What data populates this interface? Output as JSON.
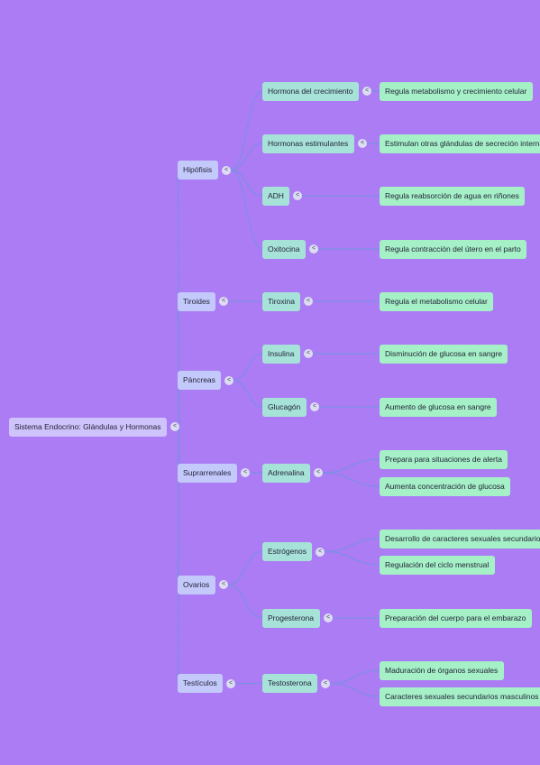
{
  "mindmap": {
    "collapse_glyph": "<",
    "root": {
      "label": "Sistema Endocrino: Glándulas y Hormonas",
      "children": [
        {
          "label": "Hipófisis",
          "children": [
            {
              "label": "Hormona del crecimiento",
              "children": [
                {
                  "label": "Regula metabolismo y crecimiento celular"
                }
              ]
            },
            {
              "label": "Hormonas estimulantes",
              "children": [
                {
                  "label": "Estimulan otras glándulas de secreción interna"
                }
              ]
            },
            {
              "label": "ADH",
              "children": [
                {
                  "label": "Regula reabsorción de agua en riñones"
                }
              ]
            },
            {
              "label": "Oxitocina",
              "children": [
                {
                  "label": "Regula contracción del útero en el parto"
                }
              ]
            }
          ]
        },
        {
          "label": "Tiroides",
          "children": [
            {
              "label": "Tiroxina",
              "children": [
                {
                  "label": "Regula el metabolismo celular"
                }
              ]
            }
          ]
        },
        {
          "label": "Páncreas",
          "children": [
            {
              "label": "Insulina",
              "children": [
                {
                  "label": "Disminución de glucosa en sangre"
                }
              ]
            },
            {
              "label": "Glucagón",
              "children": [
                {
                  "label": "Aumento de glucosa en sangre"
                }
              ]
            }
          ]
        },
        {
          "label": "Suprarrenales",
          "children": [
            {
              "label": "Adrenalina",
              "children": [
                {
                  "label": "Prepara para situaciones de alerta"
                },
                {
                  "label": "Aumenta concentración de glucosa"
                }
              ]
            }
          ]
        },
        {
          "label": "Ovarios",
          "children": [
            {
              "label": "Estrógenos",
              "children": [
                {
                  "label": "Desarrollo de caracteres sexuales secundarios"
                },
                {
                  "label": "Regulación del ciclo menstrual"
                }
              ]
            },
            {
              "label": "Progesterona",
              "children": [
                {
                  "label": "Preparación del cuerpo para el embarazo"
                }
              ]
            }
          ]
        },
        {
          "label": "Testículos",
          "children": [
            {
              "label": "Testosterona",
              "children": [
                {
                  "label": "Maduración de órganos sexuales"
                },
                {
                  "label": "Caracteres sexuales secundarios masculinos"
                }
              ]
            }
          ]
        }
      ]
    }
  }
}
